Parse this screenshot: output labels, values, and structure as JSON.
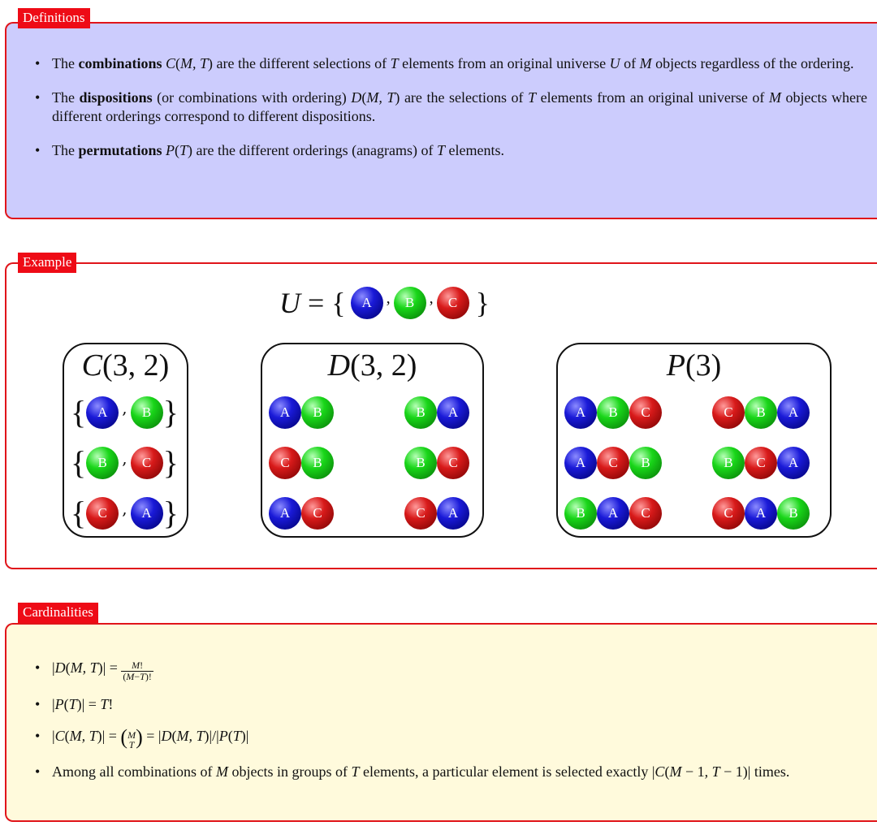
{
  "definitions": {
    "label": "Definitions",
    "items": [
      {
        "pre": "The ",
        "term": "combinations",
        "math": "C(M, T)",
        "text": " are the different selections of T elements from an original universe U of M objects regardless of the ordering."
      },
      {
        "pre": "The ",
        "term": "dispositions",
        "math": "D(M, T)",
        "text": " (or combinations with ordering) D(M, T) are the selections of T elements from an original universe of M objects where different orderings correspond to different dispositions."
      },
      {
        "pre": "The ",
        "term": "permutations",
        "math": "P(T)",
        "text": " are the different orderings (anagrams) of T elements."
      }
    ]
  },
  "example": {
    "label": "Example",
    "universe_lhs": "U = {",
    "universe_rhs": "}",
    "universe": [
      "A",
      "B",
      "C"
    ],
    "boxes": [
      {
        "title": "C(3, 2)",
        "rows": [
          [
            "A",
            "B"
          ],
          [
            "B",
            "C"
          ],
          [
            "C",
            "A"
          ]
        ]
      },
      {
        "title": "D(3, 2)",
        "left": [
          [
            "A",
            "B"
          ],
          [
            "C",
            "B"
          ],
          [
            "A",
            "C"
          ]
        ],
        "right": [
          [
            "B",
            "A"
          ],
          [
            "B",
            "C"
          ],
          [
            "C",
            "A"
          ]
        ]
      },
      {
        "title": "P(3)",
        "left": [
          [
            "A",
            "B",
            "C"
          ],
          [
            "A",
            "C",
            "B"
          ],
          [
            "B",
            "A",
            "C"
          ]
        ],
        "right": [
          [
            "C",
            "B",
            "A"
          ],
          [
            "B",
            "C",
            "A"
          ],
          [
            "C",
            "A",
            "B"
          ]
        ]
      }
    ]
  },
  "cardinalities": {
    "label": "Cardinalities",
    "items": [
      "|D(M, T)| = M! / (M−T)!",
      "|P(T)| = T!",
      "|C(M, T)| = (M over T) = |D(M, T)|/|P(T)|",
      "Among all combinations of M objects in groups of T elements, a particular element is selected exactly |C(M − 1, T − 1)| times."
    ]
  },
  "colors": {
    "A": "#1a1ad8",
    "B": "#19d619",
    "C": "#d81a1a",
    "label_bg": "#ee0b16",
    "def_bg": "#ccccfd",
    "card_bg": "#fffadc"
  }
}
